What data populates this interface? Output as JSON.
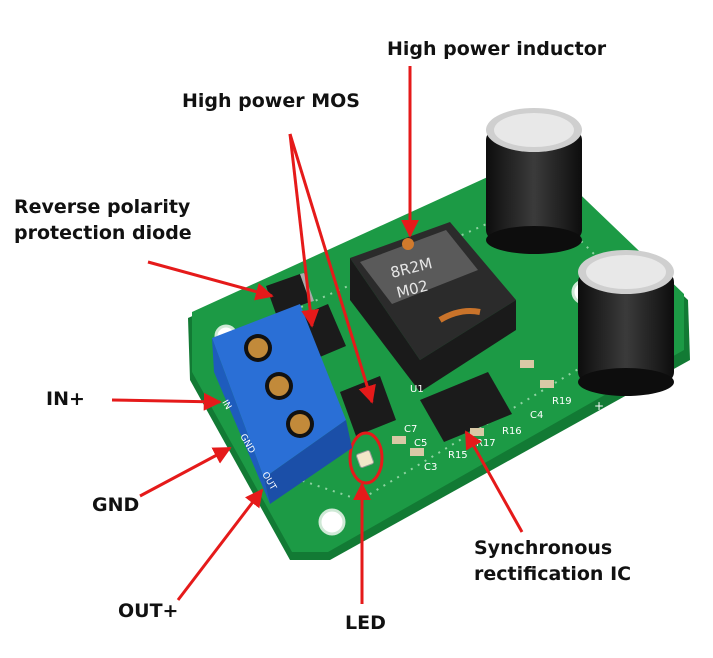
{
  "labels": {
    "inductor": "High power inductor",
    "mos": "High power MOS",
    "diode_line1": "Reverse polarity",
    "diode_line2": "protection diode",
    "in_plus": "IN+",
    "gnd": "GND",
    "out_plus": "OUT+",
    "led": "LED",
    "ic_line1": "Synchronous",
    "ic_line2": "rectification IC"
  },
  "board_markings": {
    "inductor_text_line1": "8R2M",
    "inductor_text_line2": "M02",
    "u1": "U1",
    "c5": "C5",
    "c7": "C7",
    "c3": "C3",
    "r15": "R15",
    "r16": "R16",
    "c4": "C4",
    "r19": "R19",
    "r17": "R17",
    "plus": "+",
    "in_mark": "IN",
    "gnd_mark": "GND",
    "out_mark": "OUT"
  },
  "colors": {
    "pcb": "#1c9a45",
    "pcb_dark": "#127a34",
    "terminal": "#2a6fd6",
    "arrow": "#e51a1a",
    "capacitor": "#1a1a1a",
    "inductor": "#2b2b2b"
  }
}
